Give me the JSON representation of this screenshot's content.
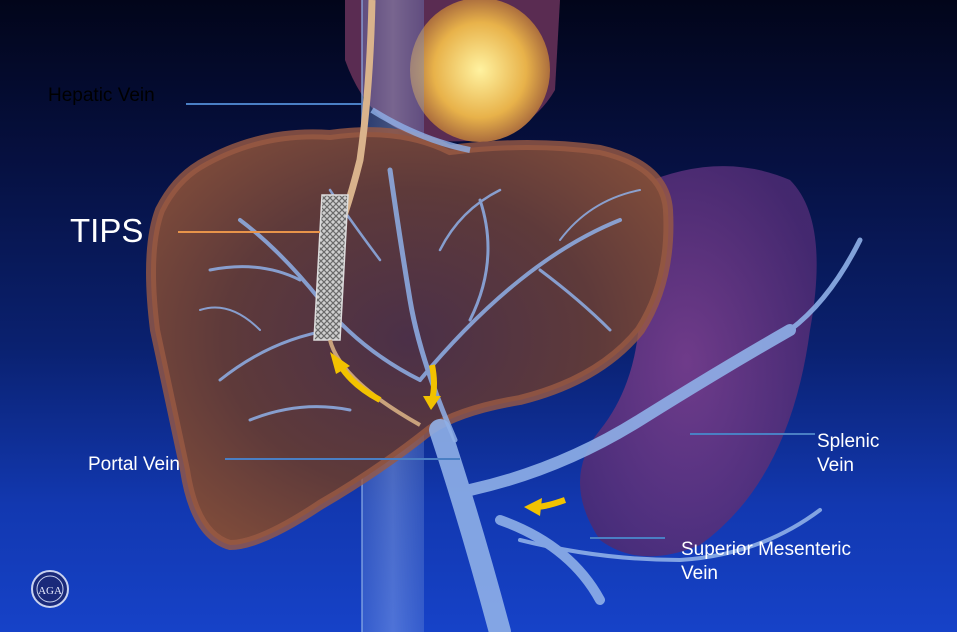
{
  "diagram": {
    "labels": {
      "hepatic_vein": "Hepatic Vein",
      "tips": "TIPS",
      "portal_vein": "Portal Vein",
      "splenic_vein": "Splenic\nVein",
      "superior_mesenteric_vein": "Superior Mesenteric\nVein"
    },
    "logo_text": "AGA",
    "colors": {
      "leader_line": "#4a7fc4",
      "tips_leader_line": "#e8944a",
      "flow_arrow": "#f2c200",
      "liver": "#7a4a3a",
      "vein": "#8fb0e8"
    }
  }
}
